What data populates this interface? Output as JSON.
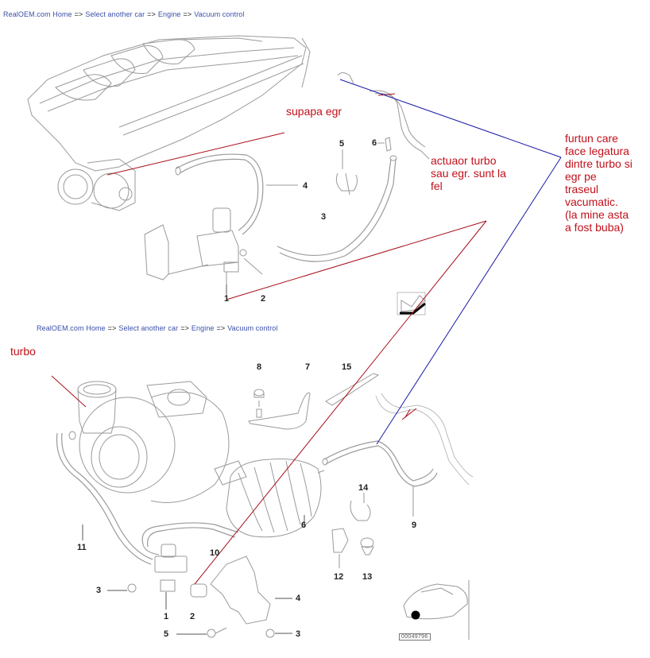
{
  "breadcrumb_top": {
    "items": [
      {
        "label": "RealOEM.com Home"
      },
      {
        "label": "Select another car"
      },
      {
        "label": "Engine"
      },
      {
        "label": "Vacuum control"
      }
    ],
    "separator": "=>"
  },
  "breadcrumb_bottom": {
    "items": [
      {
        "label": "RealOEM.com Home"
      },
      {
        "label": "Select another car"
      },
      {
        "label": "Engine"
      },
      {
        "label": "Vacuum control"
      }
    ],
    "separator": "=>"
  },
  "annotations": {
    "egr_valve": "supapa egr",
    "actuator": [
      "actuaor turbo",
      "sau egr. sunt la",
      "fel"
    ],
    "hose": [
      "furtun care",
      "face legatura",
      "dintre turbo si",
      "egr pe",
      "traseul",
      "vacumatic.",
      "(la mine asta",
      "a fost buba)"
    ],
    "turbo": "turbo"
  },
  "top_diagram": {
    "part_numbers": [
      "5",
      "6",
      "4",
      "3",
      "1",
      "2"
    ]
  },
  "bottom_diagram": {
    "part_numbers": [
      "8",
      "7",
      "15",
      "11",
      "10",
      "6",
      "9",
      "14",
      "12",
      "13",
      "3",
      "1",
      "2",
      "4",
      "5",
      "3"
    ],
    "image_code": "00049796"
  },
  "colors": {
    "link": "#3a4fa8",
    "annotation_red": "#c0101a",
    "annotation_blue": "#1a1aa8"
  }
}
